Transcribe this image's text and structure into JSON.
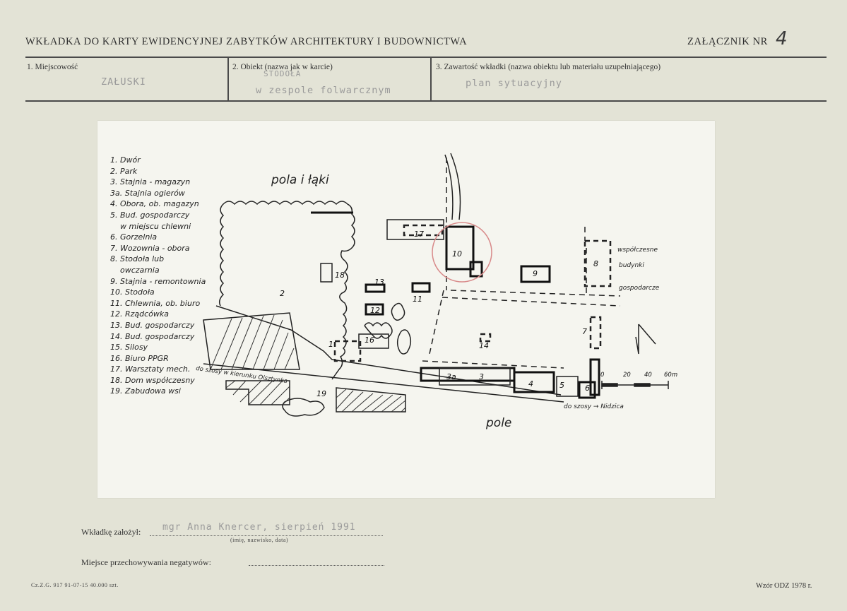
{
  "header": {
    "title": "WKŁADKA DO KARTY EWIDENCYJNEJ ZABYTKÓW ARCHITEKTURY I BUDOWNICTWA",
    "annex_label": "ZAŁĄCZNIK NR",
    "annex_number": "4"
  },
  "fields": {
    "locality": {
      "label": "1. Miejscowość",
      "value": "ZAŁUSKI"
    },
    "object": {
      "label": "2. Obiekt (nazwa jak w karcie)",
      "value_line1": "STODOŁA",
      "value_line2": "w zespole folwarcznym"
    },
    "contents": {
      "label": "3. Zawartość wkładki (nazwa obiektu lub materiału uzupełniającego)",
      "value": "plan sytuacyjny"
    }
  },
  "map": {
    "legend": [
      "1. Dwór",
      "2. Park",
      "3. Stajnia - magazyn",
      "3a. Stajnia ogierów",
      "4. Obora, ob. magazyn",
      "5. Bud. gospodarczy",
      "w miejscu chlewni",
      "6. Gorzelnia",
      "7. Wozownia - obora",
      "8. Stodoła lub",
      "owczarnia",
      "9. Stajnia - remontownia",
      "10. Stodoła",
      "11. Chlewnia, ob. biuro",
      "12. Rządcówka",
      "13. Bud. gospodarczy",
      "14. Bud. gospodarczy",
      "15. Silosy",
      "16. Biuro PPGR",
      "17. Warsztaty mech.",
      "18. Dom współczesny",
      "19. Zabudowa wsi"
    ],
    "labels": {
      "fields_meadows": "pola i łąki",
      "field": "pole",
      "road_west": "do szosy w kierunku Olsztynka",
      "road_east": "do szosy → Nidzica",
      "modern_1": "współczesne",
      "modern_2": "budynki",
      "modern_3": "gospodarcze"
    },
    "building_numbers": [
      "1",
      "2",
      "3a",
      "3",
      "4",
      "5",
      "6",
      "7",
      "8",
      "9",
      "10",
      "11",
      "12",
      "13",
      "14",
      "16",
      "17",
      "18",
      "19"
    ],
    "scale": {
      "ticks": [
        "0",
        "20",
        "40",
        "60m"
      ]
    }
  },
  "footer": {
    "author_label": "Wkładkę założył:",
    "author_value": "mgr Anna Knercer, sierpień 1991",
    "author_caption": "(imię, nazwisko, data)",
    "negatives_label": "Miejsce przechowywania negatywów:",
    "print_info": "Cz.Z.G. 917 91-07-15 40.000 szt.",
    "form_model": "Wzór ODZ 1978 r."
  }
}
